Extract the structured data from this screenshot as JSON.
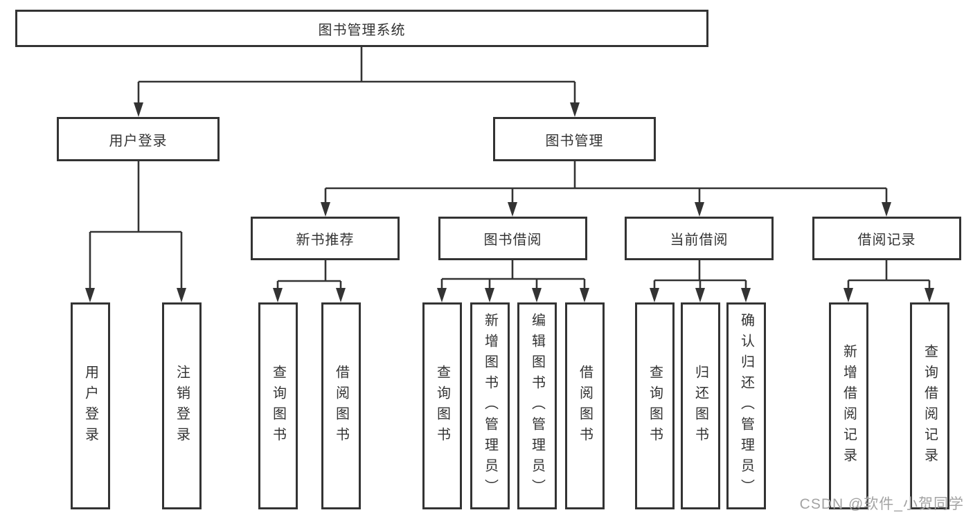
{
  "diagram": {
    "root": {
      "label": "图书管理系统"
    },
    "level2": [
      {
        "label": "用户登录"
      },
      {
        "label": "图书管理"
      }
    ],
    "level3": [
      {
        "label": "新书推荐"
      },
      {
        "label": "图书借阅"
      },
      {
        "label": "当前借阅"
      },
      {
        "label": "借阅记录"
      }
    ],
    "leaves": {
      "user_login": [
        "用户登录",
        "注销登录"
      ],
      "new_book_recommend": [
        "查询图书",
        "借阅图书"
      ],
      "book_borrow": [
        "查询图书",
        "新增图书（管理员）",
        "编辑图书（管理员）",
        "借阅图书"
      ],
      "current_borrow": [
        "查询图书",
        "归还图书",
        "确认归还（管理员）"
      ],
      "borrow_records": [
        "新增借阅记录",
        "查询借阅记录"
      ]
    }
  },
  "watermark": "CSDN @软件_小贺同学",
  "colors": {
    "line": "#333333",
    "box_border": "#333333",
    "text": "#333333",
    "background": "#ffffff",
    "watermark": "#a3a3a3"
  }
}
